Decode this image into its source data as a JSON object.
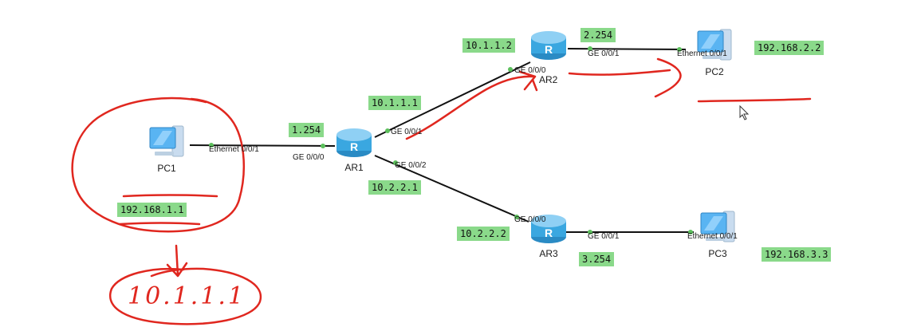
{
  "devices": {
    "pc1": {
      "name": "PC1"
    },
    "pc2": {
      "name": "PC2"
    },
    "pc3": {
      "name": "PC3"
    },
    "ar1": {
      "name": "AR1"
    },
    "ar2": {
      "name": "AR2"
    },
    "ar3": {
      "name": "AR3"
    }
  },
  "ports": {
    "pc1_eth": "Ethernet 0/0/1",
    "ar1_ge000": "GE 0/0/0",
    "ar1_ge001": "GE 0/0/1",
    "ar1_ge002": "GE 0/0/2",
    "ar2_ge000": "GE 0/0/0",
    "ar2_ge001": "GE 0/0/1",
    "pc2_eth": "Ethernet 0/0/1",
    "ar3_ge000": "GE 0/0/0",
    "ar3_ge001": "GE 0/0/1",
    "pc3_eth": "Ethernet 0/0/1"
  },
  "addresses": {
    "ar1_ge000": "1.254",
    "ar1_ge001": "10.1.1.1",
    "ar1_ge002": "10.2.2.1",
    "ar2_ge000": "10.1.1.2",
    "ar2_ge001": "2.254",
    "pc2": "192.168.2.2",
    "ar3_ge000": "10.2.2.2",
    "ar3_ge001": "3.254",
    "pc3": "192.168.3.3",
    "pc1": "192.168.1.1"
  },
  "annotations": {
    "handwritten_note": "10.1.1.1"
  },
  "colors": {
    "link": "#111111",
    "port_dot": "#5cc05c",
    "address_bg": "#8ad98a",
    "ink": "#e0271f",
    "router_fill": "#3aa7e0"
  }
}
